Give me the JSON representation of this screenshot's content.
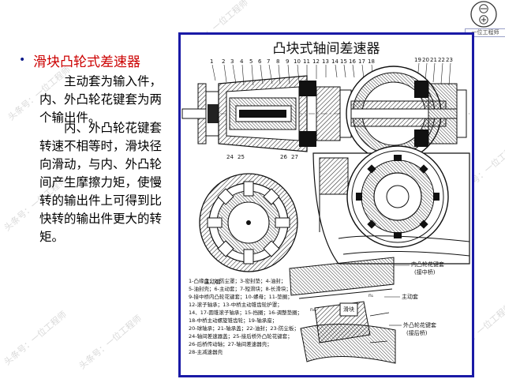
{
  "watermark": "头条号：一位工程师",
  "logo": {
    "text": "一位工程师"
  },
  "slide": {
    "bullet_marker": "•",
    "heading": "滑块凸轮式差速器",
    "paragraphs": [
      "主动套为输入件，内、外凸轮花键套为两个输出件。",
      "内、外凸轮花键套转速不相等时，滑块径向滑动，与内、外凸轮间产生摩擦力矩，使慢转的输出件上可得到比快转的输出件更大的转矩。"
    ]
  },
  "diagram": {
    "title": "凸块式轴间差速器",
    "top_callouts": [
      "1",
      "2",
      "3",
      "4",
      "5",
      "6",
      "7",
      "8",
      "9",
      "10",
      "11",
      "12",
      "13",
      "14",
      "15",
      "16",
      "17",
      "18"
    ],
    "right_callouts": [
      "19",
      "20",
      "21",
      "22",
      "23"
    ],
    "bottom_callouts": [
      "24",
      "25",
      "26",
      "27"
    ],
    "labels": {
      "drive_sleeve": "主动套",
      "inner_cam_1": "内凸轮花键套",
      "inner_cam_2": "(接中桥)",
      "slider": "滑块",
      "drive_sleeve_2": "主动套",
      "outer_cam_1": "外凸轮花键套",
      "outer_cam_2": "(接后桥)",
      "n0": "n₀",
      "n1": "n₁"
    },
    "legend": [
      "1-凸缘盘；2-防尘罩；3-密封垫；4-油封；",
      "5-油封壳；6-主动套；7-短滑块；8-长滑块；",
      "9-接中桥内凸轮花键套；10-螺母；11-垫圈；",
      "12-滚子轴承；13-中桥主动锥齿轮护罩；",
      "14、17-圆锥滚子轴承；15-挡圈；16-调整垫圈；",
      "18-中桥主动螺旋锥齿轮；19-轴承座；",
      "20-球轴承；21-轴承盖；22-油封；23-防尘板；",
      "24-轴间差速器盖；25-接后桥外凸轮花键套；",
      "26-后桥传动轴；27-轴间差速器壳；",
      "28-主减速器壳"
    ]
  }
}
